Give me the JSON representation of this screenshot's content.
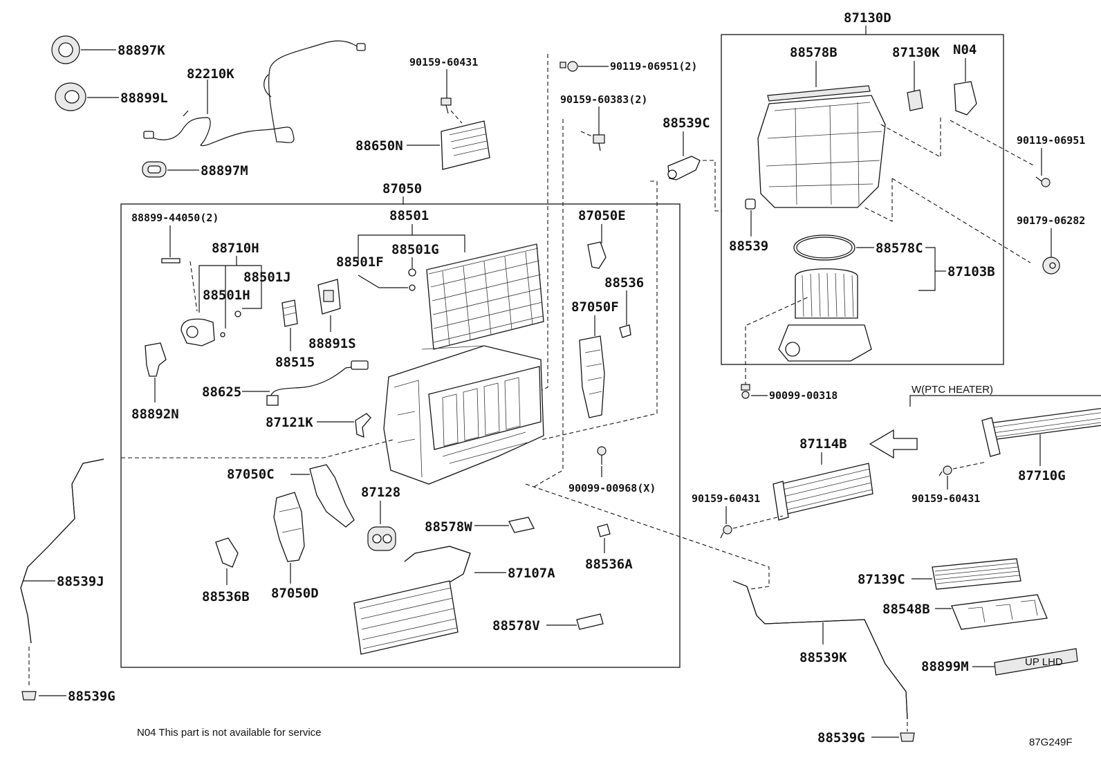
{
  "parts": {
    "p88897K": "88897K",
    "p82210K": "82210K",
    "p88899L": "88899L",
    "p88897M": "88897M",
    "p90159_60431_top": "90159-60431",
    "p88650N": "88650N",
    "p90119_06951_2": "90119-06951(2)",
    "p90159_60383_2": "90159-60383(2)",
    "p88539C": "88539C",
    "p87130D": "87130D",
    "p88578B": "88578B",
    "p87130K": "87130K",
    "pN04": "N04",
    "p90119_06951": "90119-06951",
    "p90179_06282": "90179-06282",
    "p88539": "88539",
    "p88578C": "88578C",
    "p87103B": "87103B",
    "p90099_00318": "90099-00318",
    "p87050": "87050",
    "p88501": "88501",
    "p88899_44050_2": "88899-44050(2)",
    "p88710H": "88710H",
    "p88501J": "88501J",
    "p88501H": "88501H",
    "p88501F": "88501F",
    "p88501G": "88501G",
    "p88891S": "88891S",
    "p88515": "88515",
    "p88892N": "88892N",
    "p88625": "88625",
    "p87121K": "87121K",
    "p87050E": "87050E",
    "p88536": "88536",
    "p87050F": "87050F",
    "p87050C": "87050C",
    "p87128": "87128",
    "p88578W": "88578W",
    "p90099_00968_X": "90099-00968(X)",
    "p88536A": "88536A",
    "p88536B": "88536B",
    "p87050D": "87050D",
    "p87107A": "87107A",
    "p88578V": "88578V",
    "p88539J": "88539J",
    "p88539G_left": "88539G",
    "p87114B": "87114B",
    "p90159_60431_mid": "90159-60431",
    "pPTC": "W(PTC HEATER)",
    "p90159_60431_right": "90159-60431",
    "p87710G": "87710G",
    "p87139C": "87139C",
    "p88548B": "88548B",
    "p88899M": "88899M",
    "p88539K": "88539K",
    "p88539G_right": "88539G",
    "p88899M_stamp": "UP LHD"
  },
  "footnote": "N04 This part is not available for service",
  "diagram_code": "87G249F"
}
